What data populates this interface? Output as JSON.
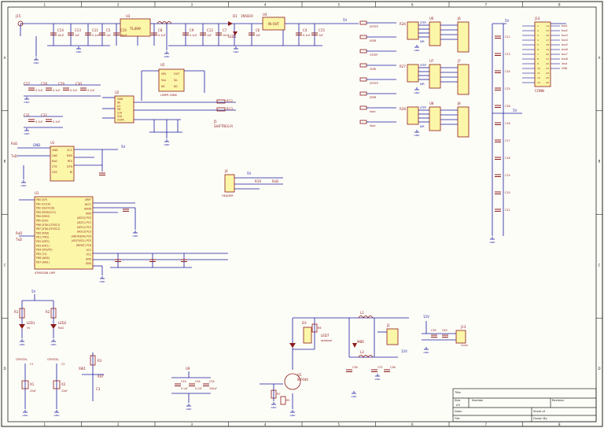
{
  "colors": {
    "wire": "#1a1aa0",
    "part": "#8b1a1a",
    "chip_fill": "#fcf6a8",
    "label": "#8b1a1a",
    "net": "#1a1aa0",
    "ground": "#1a1aa0",
    "border": "#222222",
    "background": "#fdfdf8"
  },
  "grid": {
    "columns": [
      "1",
      "2",
      "3",
      "4",
      "5",
      "6",
      "7",
      "8"
    ],
    "rows": [
      "A",
      "B",
      "C",
      "D"
    ]
  },
  "power": {
    "input": "J15",
    "reg1_name": "TL499",
    "reg1_ref": "U3",
    "reg2_ref": "U4",
    "reg2_label": "IN OUT",
    "d1": "D1",
    "d1_value": "1N5819",
    "diode2": "D2",
    "led": "LED1",
    "out_net": "5V",
    "caps": [
      "C14",
      "C13",
      "C11",
      "C5",
      "C10",
      "C8",
      "C9",
      "C12",
      "C7",
      "C6",
      "C4",
      "C15"
    ],
    "cap_values": [
      "10uF",
      "1uF",
      "0.1uF",
      "1uF",
      "10uF",
      "0.1uF",
      "0.1uF",
      "1uF"
    ]
  },
  "decoupling": {
    "caps": [
      "C27",
      "C28",
      "C29",
      "C30",
      "C31",
      "C32"
    ],
    "values": [
      "0.1uF",
      "0.1uF",
      "0.1uF",
      "0.1uF",
      "0.1uF",
      "0.1uF"
    ]
  },
  "mux": {
    "ref": "U2",
    "pins": [
      "GND",
      "A0",
      "A1",
      "EN",
      "S1A",
      "S2A",
      "OUTA"
    ],
    "res": [
      "R12",
      "R13"
    ],
    "connector": "J5",
    "connector_label": "SHIFTREG-R"
  },
  "upper_ic": {
    "ref": "U5",
    "pins": [
      "VIN",
      "OUT",
      "Vss",
      "Vp",
      "NC",
      "NC"
    ],
    "label": "LIMPR 2SB6"
  },
  "serial": {
    "ref": "U1",
    "pins_left": [
      "GND",
      "OsB",
      "RxD",
      "CTS",
      "OSC"
    ],
    "pins_right": [
      "VCC",
      "RXD",
      "RTS",
      "DTR",
      "RI"
    ],
    "net_label": "GND",
    "net_5v": "5V",
    "rx": "RxD",
    "tx": "TxD"
  },
  "mcu": {
    "ref": "U1",
    "pins_left": [
      "PB0 (ICP)",
      "PB1 (OC1A)",
      "PB2 (SS/OC1B)",
      "PB3 (MOSI/OC2)",
      "PB4 (MISO)",
      "PB5 (SCK)",
      "PB6 (XTAL1/TOSC1)",
      "PB7 (XTAL2/TOSC2)",
      "PD0 (RXD)",
      "PD1 (TXD)",
      "PD2 (INT0)",
      "PD3 (INT1)",
      "PD4 (XCK/T0)",
      "PD5 (T1)",
      "PD6 (AIN0)",
      "PD7 (AIN1)"
    ],
    "pins_right": [
      "AREF",
      "AVCC",
      "AGND",
      "GND",
      "(ADC0) PC0",
      "(ADC1) PC1",
      "(ADC2) PC2",
      "(ADC3) PC3",
      "(ADC4/SDA) PC4",
      "(ADC5/SCL) PC5",
      "(RESET) PC6",
      "VCC",
      "VCC",
      "GND",
      "GND"
    ],
    "part_label": "ATMEGA8-16PI",
    "rx": "RxD",
    "tx": "TxD"
  },
  "header": {
    "ref": "J4",
    "label": "HEADER",
    "net": "5V",
    "res": "R19",
    "rx": "RxD"
  },
  "drivers": {
    "blocks": [
      {
        "ref": "U6",
        "connector": "J6",
        "r": "R26",
        "net1": "STEP",
        "net2": "DIR"
      },
      {
        "ref": "U7",
        "connector": "J7",
        "r": "R27",
        "net1": "STEP",
        "net2": "DIR"
      },
      {
        "ref": "U8",
        "connector": "J8",
        "r": "R28",
        "net1": "STEP",
        "net2": "DIR"
      }
    ],
    "nets": [
      "XSTEP",
      "XDIR",
      "YSTEP",
      "YDIR",
      "ZSTEP",
      "ZDIR",
      "Vout",
      "Vout"
    ]
  },
  "bus": {
    "ref": "J14",
    "label": "CONN",
    "caps": [
      "C21",
      "C23",
      "C24",
      "C25",
      "C26",
      "C16",
      "C17",
      "C18",
      "C19",
      "C20",
      "C22"
    ],
    "nets": [
      "5V",
      "5V",
      "GND"
    ],
    "right_labels": [
      "bus1",
      "bus2",
      "bus3",
      "bus4",
      "bus5",
      "bus6",
      "bus7",
      "bus8",
      "Vout",
      "GND"
    ]
  },
  "leds": {
    "items": [
      {
        "ref": "LED1",
        "color": "5V"
      },
      {
        "ref": "LED2",
        "color": "RxD"
      }
    ],
    "res": [
      "R1",
      "R2"
    ],
    "net": "5V"
  },
  "clock": {
    "items": [
      "X1",
      "X2"
    ],
    "labels": [
      "CRYSTAL",
      "CRYSTAL"
    ],
    "caps": [
      "C1",
      "C2"
    ],
    "values": [
      "22pF",
      "22pF"
    ]
  },
  "reset": {
    "ref": "SW1",
    "res": "R3",
    "net": "RST",
    "cap": "C3"
  },
  "bottom_caps": {
    "ref": "U9",
    "caps": [
      "C33",
      "C34",
      "C35"
    ],
    "values": [
      "0.1uF",
      "0.1uF",
      "100uF"
    ]
  },
  "switcher": {
    "ref": "Q1",
    "part": "IRF640",
    "diode": "D3",
    "led": "LED7",
    "inductors": [
      "L1",
      "L2"
    ],
    "caps": [
      "C36",
      "C37",
      "C38"
    ],
    "res": [
      "R7",
      "R8",
      "R9"
    ],
    "conn1": "J2",
    "conn2": "J3",
    "out_label": "12V",
    "d_label": "MBR",
    "led_label": "optoisol"
  },
  "cap_bank": {
    "caps": [
      "C39",
      "C40"
    ],
    "ref": "J13",
    "label": "Conn",
    "net": "12V"
  },
  "title_block": {
    "title_label": "Title",
    "title": "",
    "size_label": "Size",
    "size": "A3",
    "number_label": "Number",
    "revision_label": "Revision",
    "date_label": "Date:",
    "file_label": "File:",
    "sheet_label": "Sheet of",
    "drawn_label": "Drawn By:"
  }
}
